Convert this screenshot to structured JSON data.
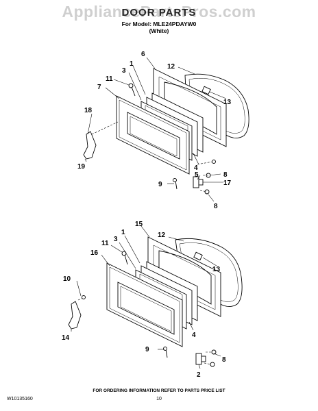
{
  "header": {
    "watermark": "AppliancePartsPros.com",
    "title": "DOOR PARTS",
    "model_line": "For Model: MLE24PDAYW0",
    "color_line": "(White)"
  },
  "footer": {
    "ordering_note": "FOR ORDERING INFORMATION REFER TO PARTS PRICE LIST",
    "doc_number": "W10135160",
    "page_number": "10"
  },
  "callouts": {
    "top": {
      "c1": "1",
      "c3": "3",
      "c6": "6",
      "c7": "7",
      "c11": "11",
      "c12": "12",
      "c13": "13",
      "c18": "18",
      "c19": "19",
      "c4": "4",
      "c5": "5",
      "c8a": "8",
      "c17": "17",
      "c9": "9",
      "c8b": "8"
    },
    "bottom": {
      "c1": "1",
      "c3": "3",
      "c11": "11",
      "c15": "15",
      "c16": "16",
      "c12": "12",
      "c13": "13",
      "c10": "10",
      "c14": "14",
      "c4": "4",
      "c9": "9",
      "c8": "8",
      "c2": "2"
    }
  }
}
